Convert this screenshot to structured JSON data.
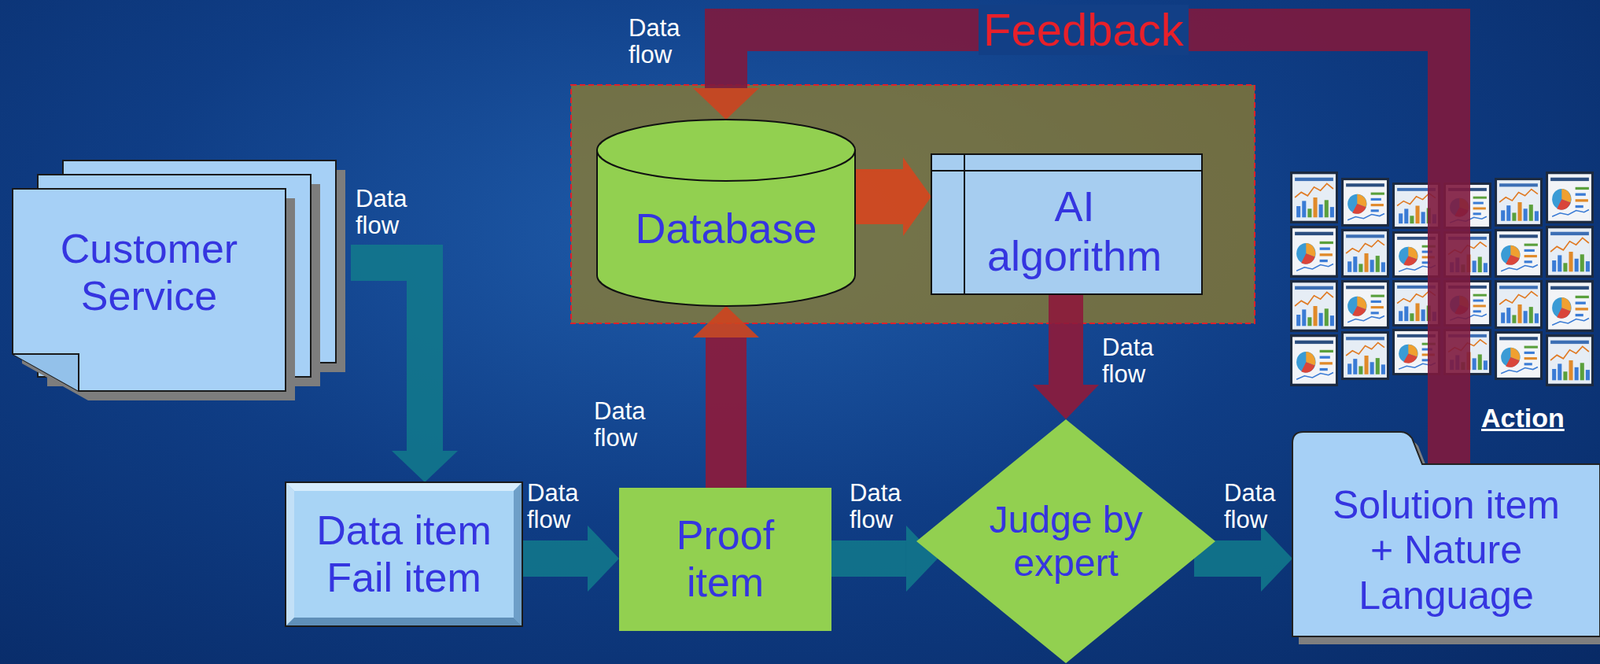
{
  "diagram": {
    "nodes": [
      {
        "text": [
          "Customer Service"
        ]
      },
      {
        "text": [
          "Data item Fail item"
        ]
      },
      {
        "text": [
          "Proof item"
        ]
      },
      {
        "text": [
          "Database"
        ]
      },
      {
        "text": [
          "AI algorithm"
        ]
      },
      {
        "text": [
          "Judge by expert"
        ]
      },
      {
        "text": [
          "Solution item + Nature Language"
        ]
      }
    ],
    "edges": [
      {
        "from": 0,
        "to": 1,
        "arrow": "to",
        "label": "Data flow"
      },
      {
        "from": 1,
        "to": 2,
        "arrow": "to",
        "label": "Data flow"
      },
      {
        "from": 2,
        "to": 5,
        "arrow": "to",
        "label": "Data flow"
      },
      {
        "from": 2,
        "to": 3,
        "arrow": "to",
        "label": "Data flow"
      },
      {
        "from": 3,
        "to": 4,
        "arrow": "to"
      },
      {
        "from": 4,
        "to": 5,
        "arrow": "to",
        "label": "Data flow"
      },
      {
        "from": 5,
        "to": 6,
        "arrow": "to",
        "label": "Data flow"
      },
      {
        "from": 6,
        "to": 3,
        "arrow": "to",
        "label": "Feedback"
      }
    ],
    "labels": [
      "Data flow",
      "Action"
    ]
  }
}
